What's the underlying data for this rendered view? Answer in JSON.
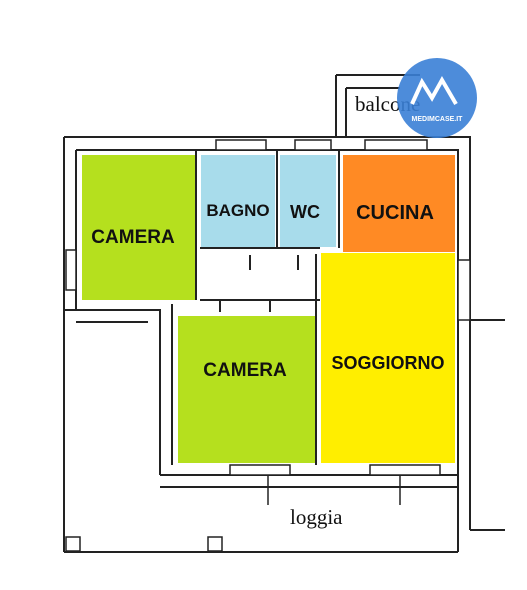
{
  "rooms": {
    "camera_left": {
      "label": "CAMERA",
      "color": "#b5e01e"
    },
    "bagno": {
      "label": "BAGNO",
      "color": "#a8dceb"
    },
    "wc": {
      "label": "WC",
      "color": "#a8dceb"
    },
    "cucina": {
      "label": "CUCINA",
      "color": "#ff8a24"
    },
    "camera_center": {
      "label": "CAMERA",
      "color": "#b5e01e"
    },
    "soggiorno": {
      "label": "SOGGIORNO",
      "color": "#ffee00"
    }
  },
  "annotations": {
    "balcone": "balcone",
    "loggia": "loggia"
  },
  "logo": {
    "text": "MEDIMCASE.IT",
    "color": "#3a7fd6"
  }
}
